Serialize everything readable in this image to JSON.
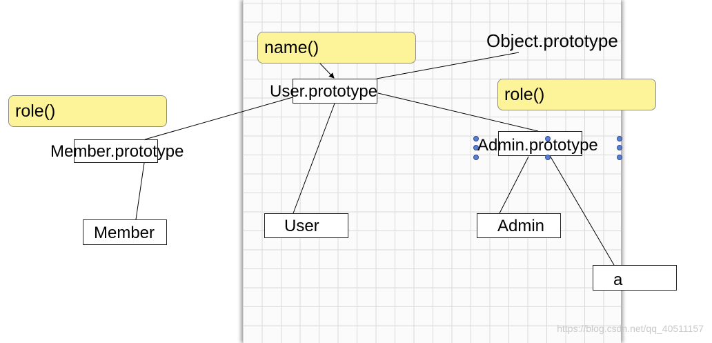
{
  "notes": {
    "name_method": "name()",
    "role_method_member": "role()",
    "role_method_admin": "role()"
  },
  "nodes": {
    "object_prototype": "Object.prototype",
    "user_prototype": "User.prototype",
    "member_prototype": "Member.prototype",
    "admin_prototype": "Admin.prototype",
    "user": "User",
    "member": "Member",
    "admin": "Admin",
    "instance_a": "a"
  },
  "watermark": "https://blog.csdn.net/qq_40511157",
  "colors": {
    "note_fill": "#fdf49a",
    "grid_line": "#d9d9d9",
    "selection_handle": "#5b7fd0"
  }
}
